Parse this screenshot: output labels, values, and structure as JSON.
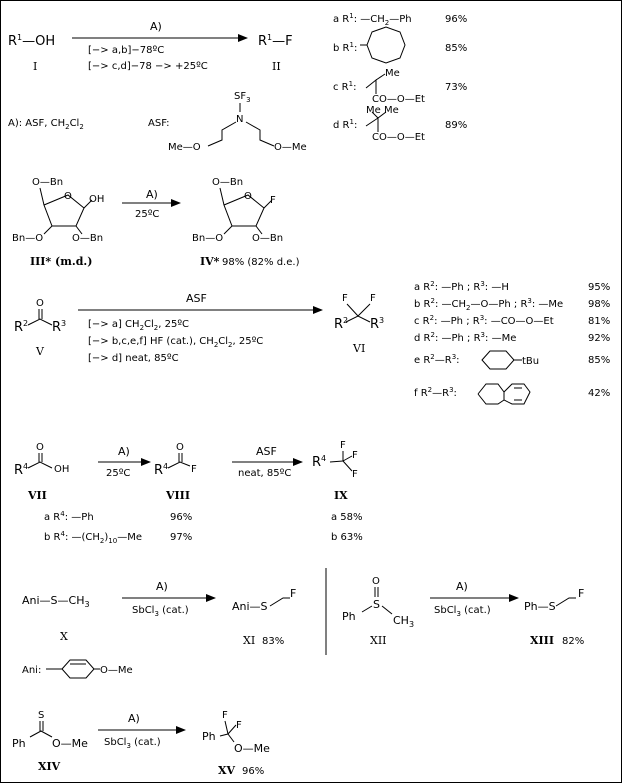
{
  "scheme1": {
    "reactant": "R1—OH",
    "reactant_id": "I",
    "arrow_top": "A)",
    "cond1": "[−> a,b]−78ºC",
    "cond2": "[−> c,d]−78 −> +25ºC",
    "product": "R1—F",
    "product_id": "II",
    "table": [
      {
        "label": "a R1:",
        "group": "—CH2—Ph",
        "yield": "96%"
      },
      {
        "label": "b R1:",
        "group": "cyclooctyl",
        "yield": "85%"
      },
      {
        "label": "c R1:",
        "group": "CH(Me)—CO—O—Et",
        "yield": "73%"
      },
      {
        "label": "d R1:",
        "group": "C(Me)2—CO—O—Et",
        "yield": "89%"
      }
    ],
    "reagent_def": "A): ASF, CH2Cl2",
    "asf_label": "ASF:"
  },
  "scheme2": {
    "reactant_id": "III* (m.d.)",
    "arrow_top": "A)",
    "arrow_bottom": "25ºC",
    "product_id": "IV*",
    "product_yield": "98% (82% d.e.)"
  },
  "scheme3": {
    "reactant_id": "V",
    "arrow_top": "ASF",
    "cond1": "[−> a] CH2Cl2, 25ºC",
    "cond2": "[−> b,c,e,f] HF (cat.), CH2Cl2, 25ºC",
    "cond3": "[−> d] neat, 85ºC",
    "product_id": "VI",
    "table": [
      {
        "label": "a R2: —Ph ; R3: —H",
        "yield": "95%"
      },
      {
        "label": "b R2: —CH2—O—Ph ; R3: —Me",
        "yield": "98%"
      },
      {
        "label": "c R2: —Ph ; R3: —CO—O—Et",
        "yield": "81%"
      },
      {
        "label": "d R2: —Ph ; R3: —Me",
        "yield": "92%"
      },
      {
        "label": "e R2—R3:",
        "yield": "85%"
      },
      {
        "label": "f R2—R3:",
        "yield": "42%"
      }
    ]
  },
  "scheme4": {
    "reactant_id": "VII",
    "arrow1_top": "A)",
    "arrow1_bottom": "25ºC",
    "intermediate_id": "VIII",
    "arrow2_top": "ASF",
    "arrow2_bottom": "neat, 85ºC",
    "product_id": "IX",
    "rows": [
      {
        "label": "a R4: —Ph",
        "yield_viii": "96%",
        "yield_ix": "a 58%"
      },
      {
        "label": "b R4: —(CH2)10—Me",
        "yield_viii": "97%",
        "yield_ix": "b 63%"
      }
    ]
  },
  "scheme5": {
    "reactant_id": "X",
    "arrow_top": "A)",
    "arrow_bottom": "SbCl3 (cat.)",
    "product_id": "XI",
    "product_yield": "83%",
    "ani_label": "Ani:"
  },
  "scheme6": {
    "reactant_id": "XII",
    "arrow_top": "A)",
    "arrow_bottom": "SbCl3 (cat.)",
    "product_id": "XIII",
    "product_yield": "82%"
  },
  "scheme7": {
    "reactant_id": "XIV",
    "arrow_top": "A)",
    "arrow_bottom": "SbCl3 (cat.)",
    "product_id": "XV",
    "product_yield": "96%"
  }
}
